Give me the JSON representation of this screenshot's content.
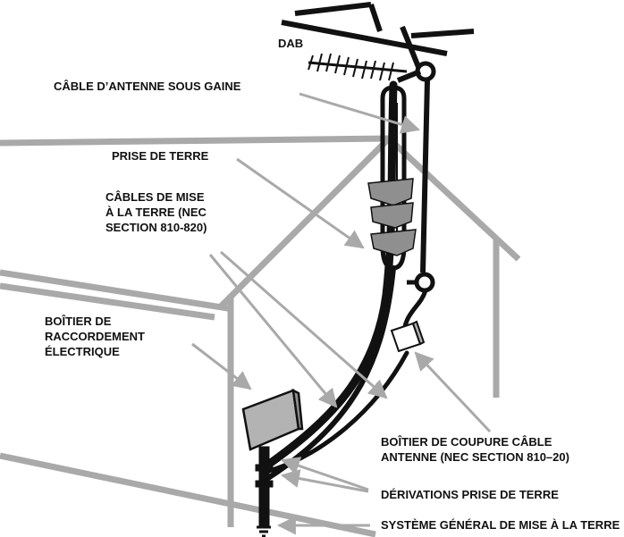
{
  "colors": {
    "ink": "#111111",
    "house_outline": "#a9a9a9",
    "pointer": "#a9a9a9",
    "device_fill": "#b3b3b3",
    "bracket_fill": "#8f8f8f",
    "background": "#ffffff"
  },
  "labels": {
    "dab": "DAB",
    "antenna_cable": "CÂBLE D’ANTENNE SOUS GAINE",
    "ground_clamp": "PRISE DE TERRE",
    "ground_wires": [
      "CÂBLES DE MISE",
      "À LA TERRE (NEC",
      "SECTION 810-820)"
    ],
    "electric_box": [
      "BOÎTIER DE",
      "RACCORDEMENT",
      "ÉLECTRIQUE"
    ],
    "discharge_unit": [
      "BOÎTIER DE COUPURE CÂBLE",
      "ANTENNE (NEC SECTION 810–20)"
    ],
    "ground_clamps": "DÉRIVATIONS PRISE DE TERRE",
    "grounding_system": "SYSTÈME GÉNÉRAL DE MISE À LA TERRE"
  }
}
